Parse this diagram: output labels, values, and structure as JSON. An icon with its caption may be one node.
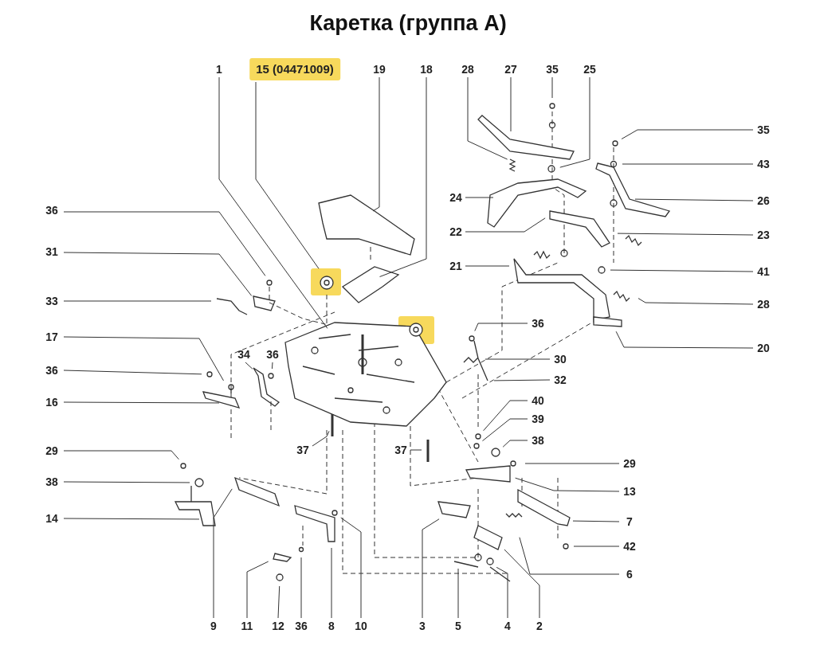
{
  "diagram": {
    "title": "Каретка (группа А)",
    "nodes": [
      {
        "text": [
          "1"
        ]
      },
      {
        "text": [
          "15 (04471009)"
        ]
      },
      {
        "text": [
          "19"
        ]
      },
      {
        "text": [
          "18"
        ]
      },
      {
        "text": [
          "28"
        ]
      },
      {
        "text": [
          "27"
        ]
      },
      {
        "text": [
          "35"
        ]
      },
      {
        "text": [
          "25"
        ]
      },
      {
        "text": [
          "35"
        ]
      },
      {
        "text": [
          "43"
        ]
      },
      {
        "text": [
          "36"
        ]
      },
      {
        "text": [
          "24"
        ]
      },
      {
        "text": [
          "26"
        ]
      },
      {
        "text": [
          "31"
        ]
      },
      {
        "text": [
          "22"
        ]
      },
      {
        "text": [
          "23"
        ]
      },
      {
        "text": [
          "21"
        ]
      },
      {
        "text": [
          "41"
        ]
      },
      {
        "text": [
          "33"
        ]
      },
      {
        "text": [
          "28"
        ]
      },
      {
        "text": [
          "36"
        ]
      },
      {
        "text": [
          "17"
        ]
      },
      {
        "text": [
          "20"
        ]
      },
      {
        "text": [
          "34"
        ]
      },
      {
        "text": [
          "36"
        ]
      },
      {
        "text": [
          "30"
        ]
      },
      {
        "text": [
          "36"
        ]
      },
      {
        "text": [
          "32"
        ]
      },
      {
        "text": [
          "16"
        ]
      },
      {
        "text": [
          "40"
        ]
      },
      {
        "text": [
          "39"
        ]
      },
      {
        "text": [
          "37"
        ]
      },
      {
        "text": [
          "37"
        ]
      },
      {
        "text": [
          "38"
        ]
      },
      {
        "text": [
          "29"
        ]
      },
      {
        "text": [
          "29"
        ]
      },
      {
        "text": [
          "38"
        ]
      },
      {
        "text": [
          "13"
        ]
      },
      {
        "text": [
          "14"
        ]
      },
      {
        "text": [
          "7"
        ]
      },
      {
        "text": [
          "42"
        ]
      },
      {
        "text": [
          "6"
        ]
      },
      {
        "text": [
          "9"
        ]
      },
      {
        "text": [
          "11"
        ]
      },
      {
        "text": [
          "12"
        ]
      },
      {
        "text": [
          "36"
        ]
      },
      {
        "text": [
          "8"
        ]
      },
      {
        "text": [
          "10"
        ]
      },
      {
        "text": [
          "3"
        ]
      },
      {
        "text": [
          "5"
        ]
      },
      {
        "text": [
          "4"
        ]
      },
      {
        "text": [
          "2"
        ]
      }
    ],
    "edges": [
      {
        "from": 0,
        "to": null,
        "arrow": "none"
      },
      {
        "from": 1,
        "to": null,
        "arrow": "none"
      },
      {
        "from": 2,
        "to": null,
        "arrow": "none"
      },
      {
        "from": 3,
        "to": null,
        "arrow": "none"
      },
      {
        "from": 4,
        "to": null,
        "arrow": "none"
      },
      {
        "from": 5,
        "to": null,
        "arrow": "none"
      },
      {
        "from": 6,
        "to": null,
        "arrow": "none"
      },
      {
        "from": 7,
        "to": null,
        "arrow": "none"
      },
      {
        "from": 8,
        "to": null,
        "arrow": "none"
      },
      {
        "from": 9,
        "to": null,
        "arrow": "none"
      },
      {
        "from": 10,
        "to": null,
        "arrow": "none"
      },
      {
        "from": 11,
        "to": null,
        "arrow": "none"
      },
      {
        "from": 12,
        "to": null,
        "arrow": "none"
      },
      {
        "from": 13,
        "to": null,
        "arrow": "none"
      },
      {
        "from": 14,
        "to": null,
        "arrow": "none"
      },
      {
        "from": 15,
        "to": null,
        "arrow": "none"
      },
      {
        "from": 16,
        "to": null,
        "arrow": "none"
      },
      {
        "from": 17,
        "to": null,
        "arrow": "none"
      },
      {
        "from": 18,
        "to": null,
        "arrow": "none"
      },
      {
        "from": 19,
        "to": null,
        "arrow": "none"
      },
      {
        "from": 20,
        "to": null,
        "arrow": "none"
      },
      {
        "from": 21,
        "to": null,
        "arrow": "none"
      },
      {
        "from": 22,
        "to": null,
        "arrow": "none"
      },
      {
        "from": 23,
        "to": null,
        "arrow": "none"
      },
      {
        "from": 24,
        "to": null,
        "arrow": "none"
      },
      {
        "from": 25,
        "to": null,
        "arrow": "none"
      },
      {
        "from": 26,
        "to": null,
        "arrow": "none"
      },
      {
        "from": 27,
        "to": null,
        "arrow": "none"
      },
      {
        "from": 28,
        "to": null,
        "arrow": "none"
      },
      {
        "from": 29,
        "to": null,
        "arrow": "none"
      },
      {
        "from": 30,
        "to": null,
        "arrow": "none"
      },
      {
        "from": 31,
        "to": null,
        "arrow": "none"
      },
      {
        "from": 32,
        "to": null,
        "arrow": "none"
      },
      {
        "from": 33,
        "to": null,
        "arrow": "none"
      },
      {
        "from": 34,
        "to": null,
        "arrow": "none"
      },
      {
        "from": 35,
        "to": null,
        "arrow": "none"
      },
      {
        "from": 36,
        "to": null,
        "arrow": "none"
      },
      {
        "from": 37,
        "to": null,
        "arrow": "none"
      },
      {
        "from": 38,
        "to": null,
        "arrow": "none"
      },
      {
        "from": 39,
        "to": null,
        "arrow": "none"
      },
      {
        "from": 40,
        "to": null,
        "arrow": "none"
      },
      {
        "from": 41,
        "to": null,
        "arrow": "none"
      },
      {
        "from": 42,
        "to": null,
        "arrow": "none"
      },
      {
        "from": 43,
        "to": null,
        "arrow": "none"
      },
      {
        "from": 44,
        "to": null,
        "arrow": "none"
      },
      {
        "from": 45,
        "to": null,
        "arrow": "none"
      },
      {
        "from": 46,
        "to": null,
        "arrow": "none"
      },
      {
        "from": 47,
        "to": null,
        "arrow": "none"
      },
      {
        "from": 48,
        "to": null,
        "arrow": "none"
      },
      {
        "from": 49,
        "to": null,
        "arrow": "none"
      },
      {
        "from": 50,
        "to": null,
        "arrow": "none"
      },
      {
        "from": 51,
        "to": null,
        "arrow": "none"
      }
    ]
  }
}
